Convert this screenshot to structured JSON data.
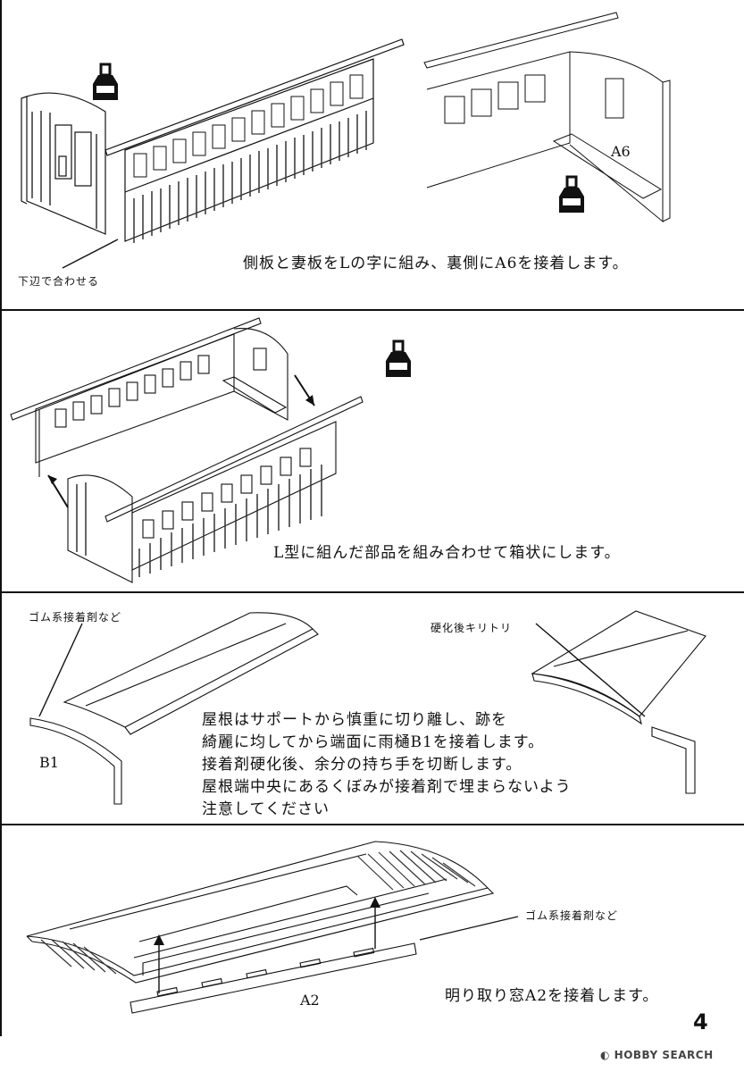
{
  "page": {
    "number": "4",
    "watermark": "HOBBY SEARCH"
  },
  "steps": [
    {
      "text": "側板と妻板をLの字に組み、裏側にA6を接着します。",
      "labels": {
        "bottom_edge": "下辺で合わせる",
        "part": "A6"
      },
      "icons": [
        "glue-bottle-icon",
        "glue-bottle-icon"
      ]
    },
    {
      "text": "L型に組んだ部品を組み合わせて箱状にします。",
      "icons": [
        "glue-bottle-icon"
      ]
    },
    {
      "labels": {
        "adhesive": "ゴム系接着剤など",
        "trim": "硬化後キリトリ",
        "part": "B1"
      },
      "lines": [
        "屋根はサポートから慎重に切り離し、跡を",
        "綺麗に均してから端面に雨樋B1を接着します。",
        "接着剤硬化後、余分の持ち手を切断します。",
        "屋根端中央にあるくぼみが接着剤で埋まらないよう",
        "注意してください"
      ]
    },
    {
      "text": "明り取り窓A2を接着します。",
      "labels": {
        "adhesive": "ゴム系接着剤など",
        "part": "A2"
      }
    }
  ]
}
